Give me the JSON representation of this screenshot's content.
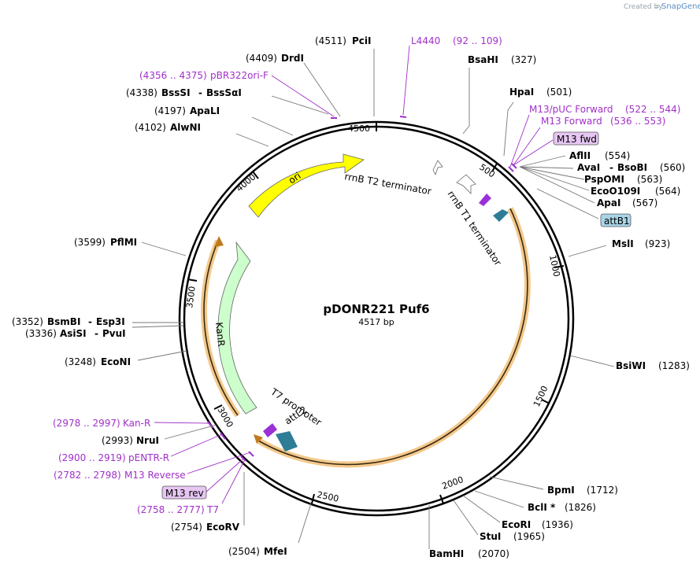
{
  "watermark": {
    "prefix": "Created by",
    "brand": "SnapGene"
  },
  "plasmid": {
    "name": "pDONR221 Puf6",
    "length_label": "4517 bp"
  },
  "ticks": [
    "4500",
    "500",
    "1000",
    "1500",
    "2000",
    "2500",
    "3000",
    "3500",
    "4000"
  ],
  "features": {
    "ori": "ori",
    "kanr": "KanR",
    "rrnb_t2": "rrnB T2 terminator",
    "rrnb_t1": "rrnB T1 terminator",
    "t7_promoter": "T7 promoter",
    "attl2": "attL2"
  },
  "enzymes": [
    {
      "name": "PciI",
      "pos": "(4511)"
    },
    {
      "name": "DrdI",
      "pos": "(4409)"
    },
    {
      "name": "BssSI",
      "name2": "BssSαI",
      "pos": "(4338)"
    },
    {
      "name": "ApaLI",
      "pos": "(4197)"
    },
    {
      "name": "AlwNI",
      "pos": "(4102)"
    },
    {
      "name": "BsaHI",
      "pos": "(327)"
    },
    {
      "name": "HpaI",
      "pos": "(501)"
    },
    {
      "name": "AflII",
      "pos": "(554)"
    },
    {
      "name": "AvaI",
      "name2": "BsoBI",
      "pos": "(560)"
    },
    {
      "name": "PspOMI",
      "pos": "(563)"
    },
    {
      "name": "EcoO109I",
      "pos": "(564)"
    },
    {
      "name": "ApaI",
      "pos": "(567)"
    },
    {
      "name": "MslI",
      "pos": "(923)"
    },
    {
      "name": "BsiWI",
      "pos": "(1283)"
    },
    {
      "name": "BpmI",
      "pos": "(1712)"
    },
    {
      "name": "BclI *",
      "pos": "(1826)"
    },
    {
      "name": "EcoRI",
      "pos": "(1936)"
    },
    {
      "name": "StuI",
      "pos": "(1965)"
    },
    {
      "name": "BamHI",
      "pos": "(2070)"
    },
    {
      "name": "MfeI",
      "pos": "(2504)"
    },
    {
      "name": "EcoRV",
      "pos": "(2754)"
    },
    {
      "name": "NruI",
      "pos": "(2993)"
    },
    {
      "name": "EcoNI",
      "pos": "(3248)"
    },
    {
      "name": "AsiSI",
      "name2": "PvuI",
      "pos": "(3336)"
    },
    {
      "name": "BsmBI",
      "name2": "Esp3I",
      "pos": "(3352)"
    },
    {
      "name": "PflMI",
      "pos": "(3599)"
    }
  ],
  "primers": [
    {
      "name": "L4440",
      "range": "(92 .. 109)"
    },
    {
      "name": "pBR322ori-F",
      "range": "(4356 .. 4375)"
    },
    {
      "name": "M13/pUC Forward",
      "range": "(522 .. 544)"
    },
    {
      "name": "M13 Forward",
      "range": "(536 .. 553)"
    },
    {
      "name": "Kan-R",
      "range": "(2978 .. 2997)"
    },
    {
      "name": "pENTR-R",
      "range": "(2900 .. 2919)"
    },
    {
      "name": "M13 Reverse",
      "range": "(2782 .. 2798)"
    },
    {
      "name": "T7",
      "range": "(2758 .. 2777)"
    }
  ],
  "boxes": {
    "m13fwd": "M13 fwd",
    "attb1": "attB1",
    "m13rev": "M13 rev"
  },
  "colors": {
    "ori": "#ffff00",
    "kanr": "#ccffcc",
    "attl": "#2e7d96",
    "orange": "#f0a030",
    "primer": "#a030c8",
    "promoter_small": "#9a30d8"
  }
}
